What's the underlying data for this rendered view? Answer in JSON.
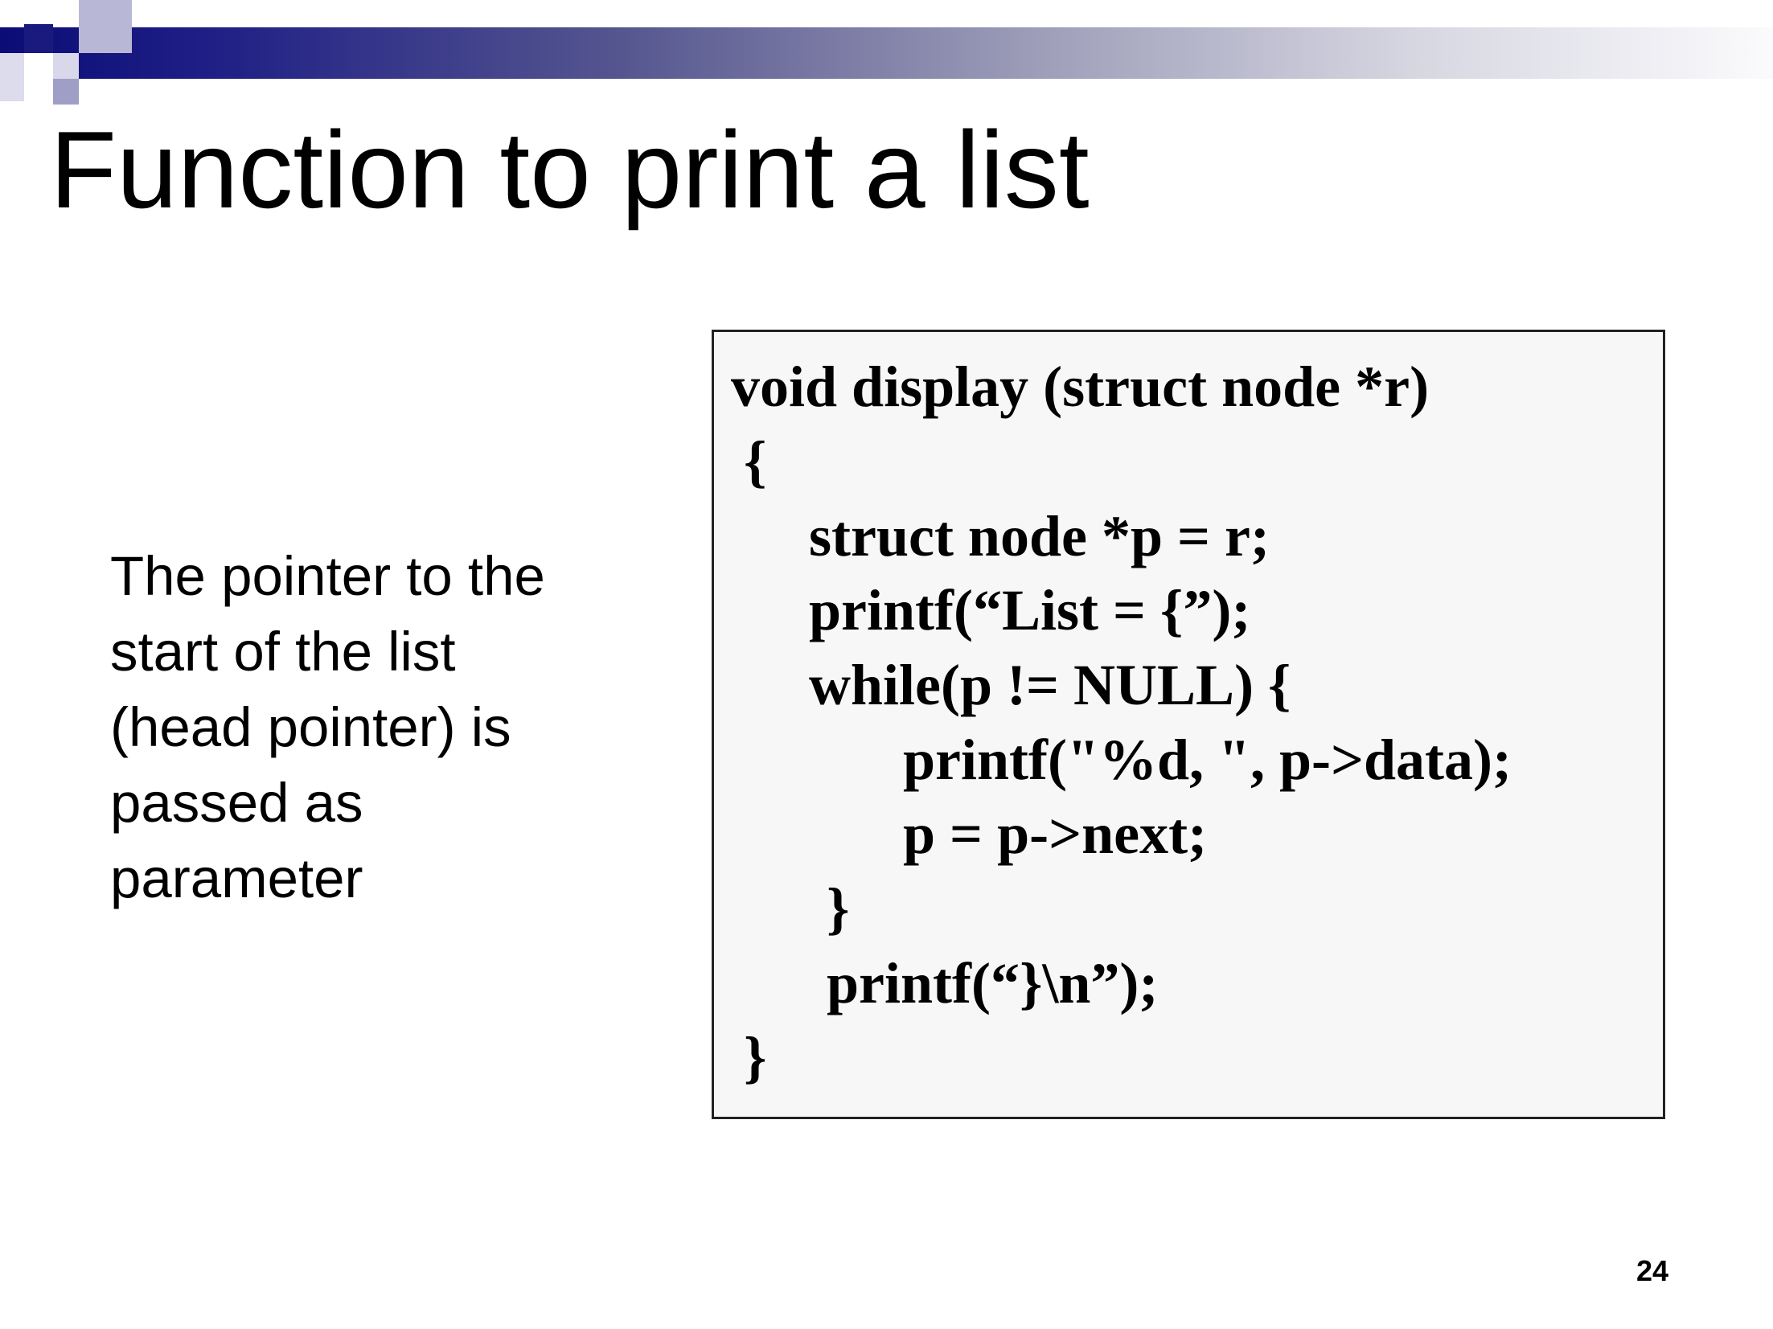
{
  "slide": {
    "title": "Function to print a list",
    "page_number": "24",
    "side_text_lines": [
      "The pointer to the",
      "start of the list",
      "(head pointer) is",
      "passed as",
      "parameter"
    ],
    "code_lines": [
      "void display (struct node *r)",
      "{",
      "struct node *p = r;",
      "printf(“List = {”);",
      "while(p != NULL) {",
      "printf(\"%d, \", p->data);",
      "p = p->next;",
      "}",
      "printf(“}\\n”);",
      "}"
    ]
  },
  "colors": {
    "banner_dark": "#0c0c78",
    "banner_light": "#fbfbfd",
    "code_background": "#f7f7f7",
    "text": "#000000"
  }
}
